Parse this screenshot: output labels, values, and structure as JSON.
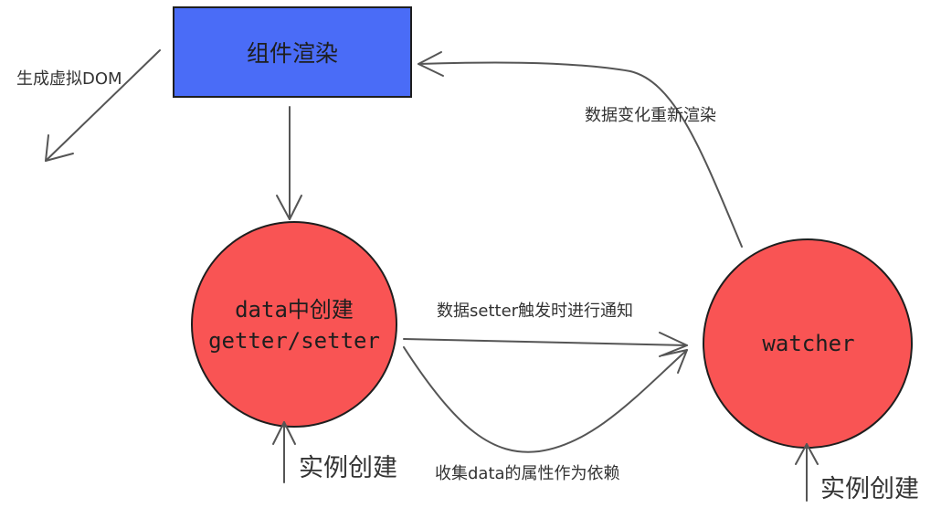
{
  "colors": {
    "box_fill": "#4a6cf7",
    "circle_fill": "#f95454",
    "stroke": "#1e1e1e",
    "arrow": "#555555",
    "text": "#333333"
  },
  "nodes": {
    "render_box": {
      "label": "组件渲染"
    },
    "data_circle": {
      "line1": "data中创建",
      "line2": "getter/setter"
    },
    "watcher_circle": {
      "label": "watcher"
    }
  },
  "edges": {
    "virtual_dom": "生成虚拟DOM",
    "rerender": "数据变化重新渲染",
    "notify": "数据setter触发时进行通知",
    "collect": "收集data的属性作为依赖",
    "instance_left": "实例创建",
    "instance_right": "实例创建"
  }
}
